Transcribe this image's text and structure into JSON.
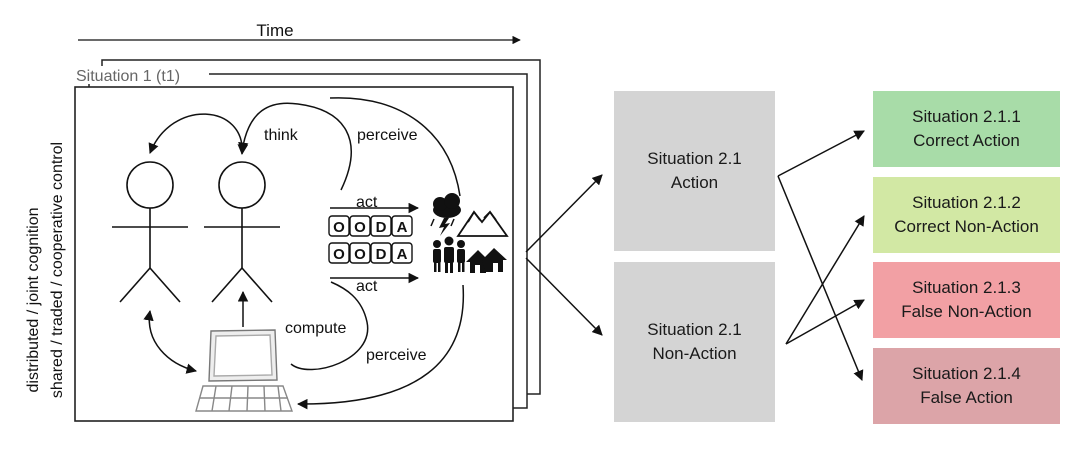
{
  "time_label": "Time",
  "frame_label": "Situation 1 (t1)",
  "side_labels": {
    "line1": "distributed / joint cognition",
    "line2": "shared / traded / cooperative control"
  },
  "loop_labels": {
    "think": "think",
    "perceive_top": "perceive",
    "act_top": "act",
    "act_bottom": "act",
    "compute": "compute",
    "perceive_bottom": "perceive"
  },
  "ooda": [
    "O",
    "O",
    "D",
    "A"
  ],
  "icons": {
    "human_1": "stick-figure",
    "human_2": "stick-figure",
    "computer": "computer-terminal",
    "environment": [
      "storm-cloud",
      "mountains",
      "group-of-people",
      "houses"
    ]
  },
  "middle_boxes": [
    {
      "line1": "Situation 2.1",
      "line2": "Action",
      "color": "#d4d4d4"
    },
    {
      "line1": "Situation 2.1",
      "line2": "Non-Action",
      "color": "#d4d4d4"
    }
  ],
  "outcome_boxes": [
    {
      "line1": "Situation 2.1.1",
      "line2": "Correct Action",
      "color": "#a8dca8"
    },
    {
      "line1": "Situation 2.1.2",
      "line2": "Correct Non-Action",
      "color": "#d2e8a4"
    },
    {
      "line1": "Situation 2.1.3",
      "line2": "False Non-Action",
      "color": "#f2a0a4"
    },
    {
      "line1": "Situation 2.1.4",
      "line2": "False Action",
      "color": "#dca4a8"
    }
  ]
}
